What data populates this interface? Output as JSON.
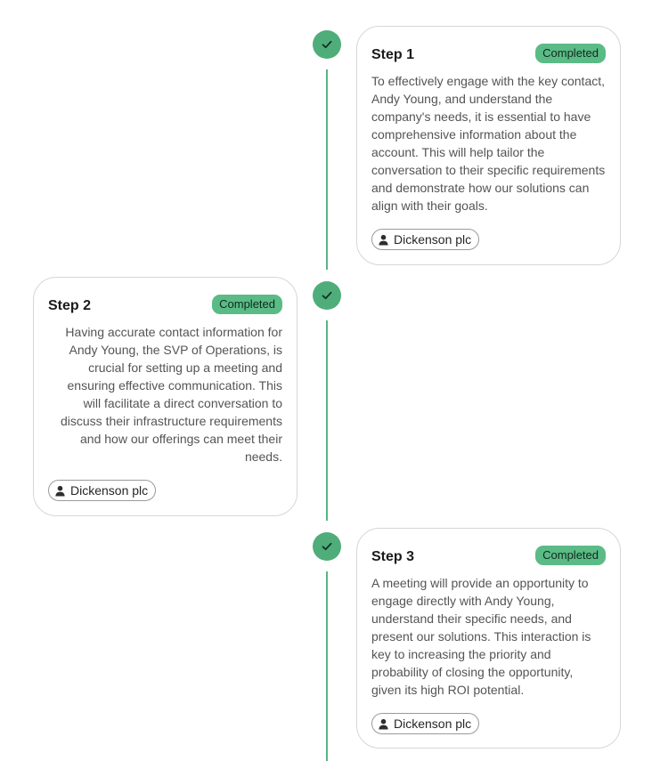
{
  "steps": [
    {
      "title": "Step 1",
      "status": "Completed",
      "description": "To effectively engage with the key contact, Andy Young, and understand the company's needs, it is essential to have comprehensive information about the account. This will help tailor the conversation to their specific requirements and demonstrate how our solutions can align with their goals.",
      "account": "Dickenson plc",
      "marker_icon": "check-icon",
      "account_icon": "user-icon"
    },
    {
      "title": "Step 2",
      "status": "Completed",
      "description": "Having accurate contact information for Andy Young, the SVP of Operations, is crucial for setting up a meeting and ensuring effective communication. This will facilitate a direct conversation to discuss their infrastructure requirements and how our offerings can meet their needs.",
      "account": "Dickenson plc",
      "marker_icon": "check-icon",
      "account_icon": "user-icon"
    },
    {
      "title": "Step 3",
      "status": "Completed",
      "description": "A meeting will provide an opportunity to engage directly with Andy Young, understand their specific needs, and present our solutions. This interaction is key to increasing the priority and probability of closing the opportunity, given its high ROI potential.",
      "account": "Dickenson plc",
      "marker_icon": "check-icon",
      "account_icon": "user-icon"
    }
  ],
  "colors": {
    "accent": "#4fad7a",
    "line": "#59b583",
    "badge": "#5bbb86"
  }
}
